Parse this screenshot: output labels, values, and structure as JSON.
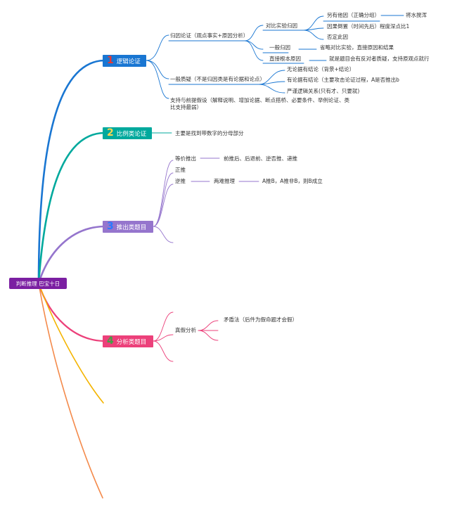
{
  "root": {
    "label": "判断推理 巴宝十日",
    "color": "#7b1fa2"
  },
  "branches": [
    {
      "num": "1",
      "label": "逻辑论证",
      "color": "#1976d2",
      "num_color": "#e53935"
    },
    {
      "num": "2",
      "label": "比例类论证",
      "color": "#00a99d",
      "num_color": "#ffd54f"
    },
    {
      "num": "3",
      "label": "推出类题目",
      "color": "#9575cd",
      "num_color": "#2979ff"
    },
    {
      "num": "4",
      "label": "分析类题目",
      "color": "#ec407a",
      "num_color": "#43a047"
    }
  ],
  "extra_branch_colors": [
    "#f4b400",
    "#f48a4b"
  ],
  "logic": {
    "attribution": "归因论证（观点事实+原因分析）",
    "compare": "对比实验归因",
    "other_cause": "另有他因（正确分组）",
    "water": "将水搅浑",
    "reverse": "因果倒置（时间先后）程度深点比1",
    "deny": "否定此因",
    "general_attr": "一般归因",
    "general_attr_note": "省略对比实验，直接原因和结果",
    "direct": "直接根本原因",
    "direct_note": "就是题目会有反对者质疑，支持原观点就行",
    "doubt": "一般质疑（不是归因类是有论据和论点）",
    "no_evidence": "无论据有结论（背景+结论）",
    "has_evidence": "有论据有结论（主要攻击论证过程，A是否推出b",
    "strict": "严谨逻辑关系(只有才、只要就)",
    "support": "支持与前提假设（解释说明、增加论据、断点搭桥、必要条件、举例论证、类比支持最弱）"
  },
  "ratio": {
    "note": "主要是找到带数字的分母部分"
  },
  "infer": {
    "equiv": "等价推出",
    "equiv_note": "前推后、后退前、逆否推、递推",
    "forward": "正推",
    "backward": "逆推",
    "dilemma": "两难推理",
    "dilemma_note": "A推B，A推非B，则B成立"
  },
  "analysis": {
    "truth": "真假分析",
    "contradict": "矛盾法（后件为假命题才会假）"
  }
}
